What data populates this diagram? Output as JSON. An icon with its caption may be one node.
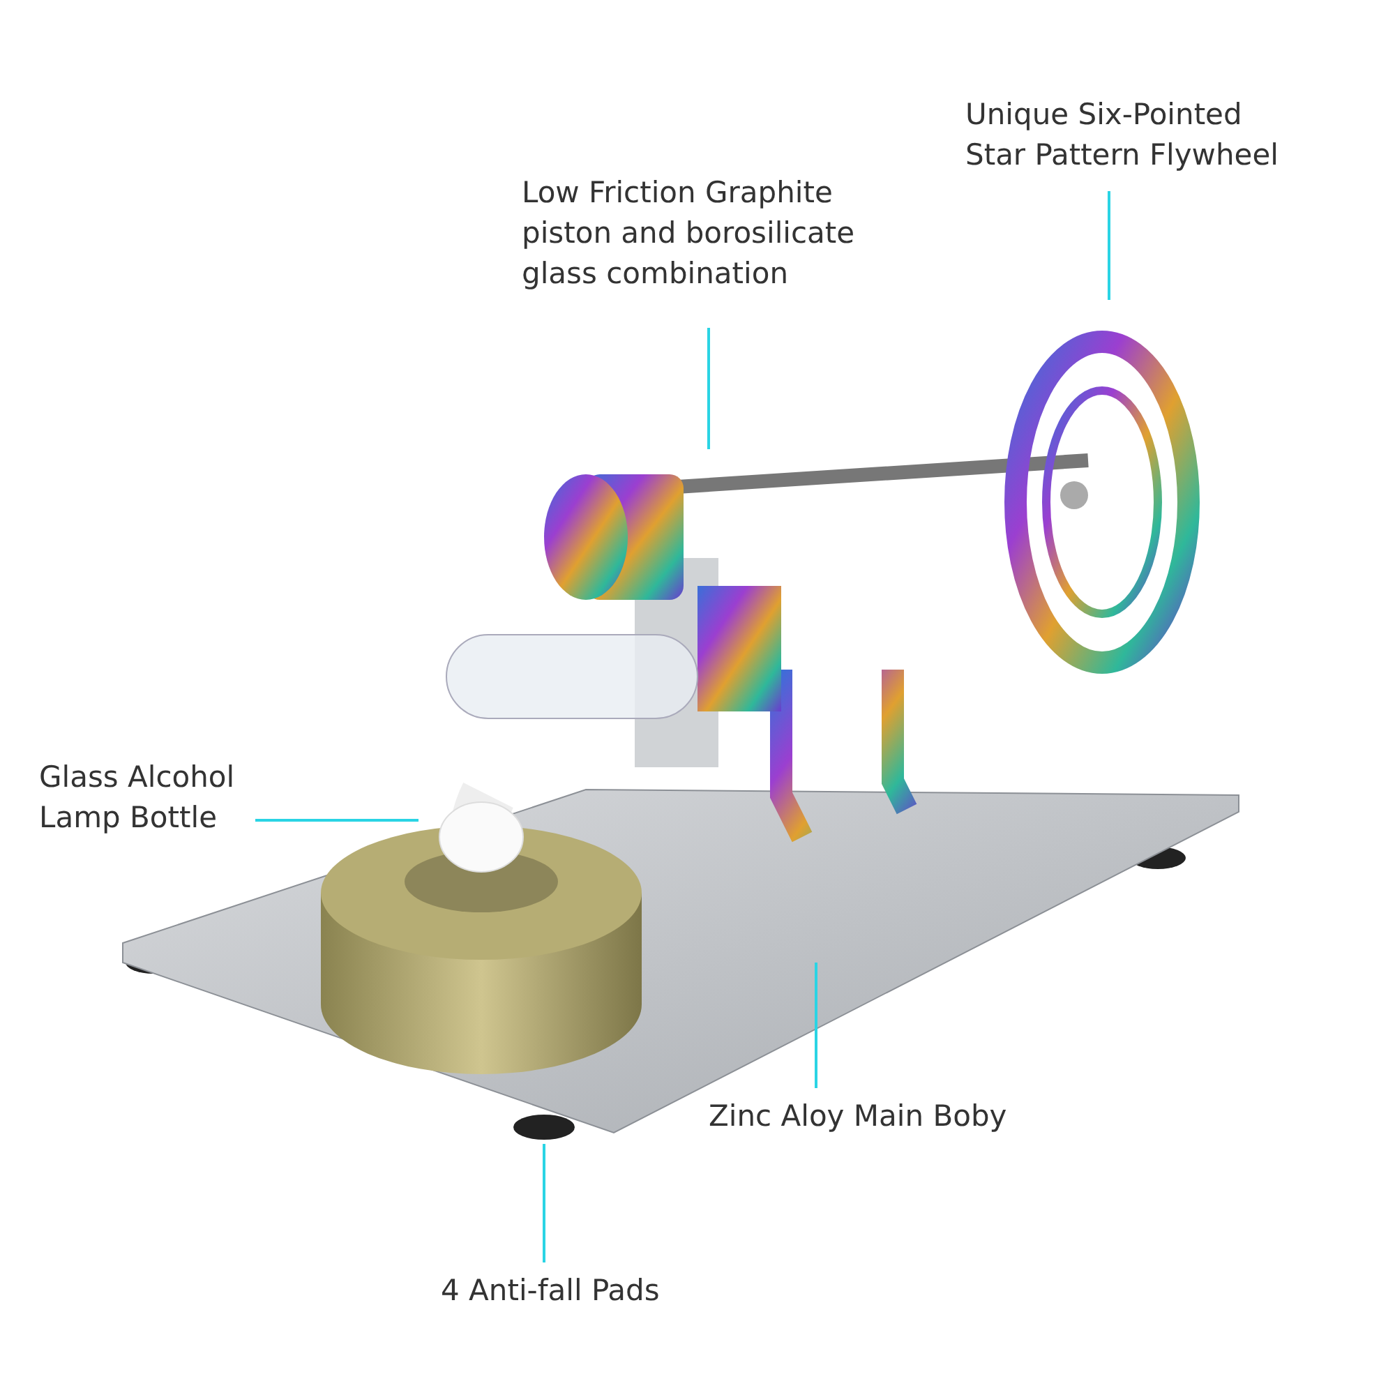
{
  "diagram": {
    "nodes": [
      {
        "text": [
          "Unique Six-Pointed Star Pattern Flywheel"
        ]
      },
      {
        "text": [
          "Low Friction Graphite piston and borosilicate glass combination"
        ]
      },
      {
        "text": [
          "Glass Alcohol Lamp Bottle"
        ]
      },
      {
        "text": [
          "Zinc Aloy Main Boby"
        ]
      },
      {
        "text": [
          "4 Anti-fall Pads"
        ]
      }
    ],
    "edges": [
      {
        "from": 0,
        "to": null,
        "arrow": "none"
      },
      {
        "from": 1,
        "to": null,
        "arrow": "none"
      },
      {
        "from": 2,
        "to": null,
        "arrow": "none"
      },
      {
        "from": 3,
        "to": null,
        "arrow": "none"
      },
      {
        "from": 4,
        "to": null,
        "arrow": "none"
      }
    ]
  }
}
